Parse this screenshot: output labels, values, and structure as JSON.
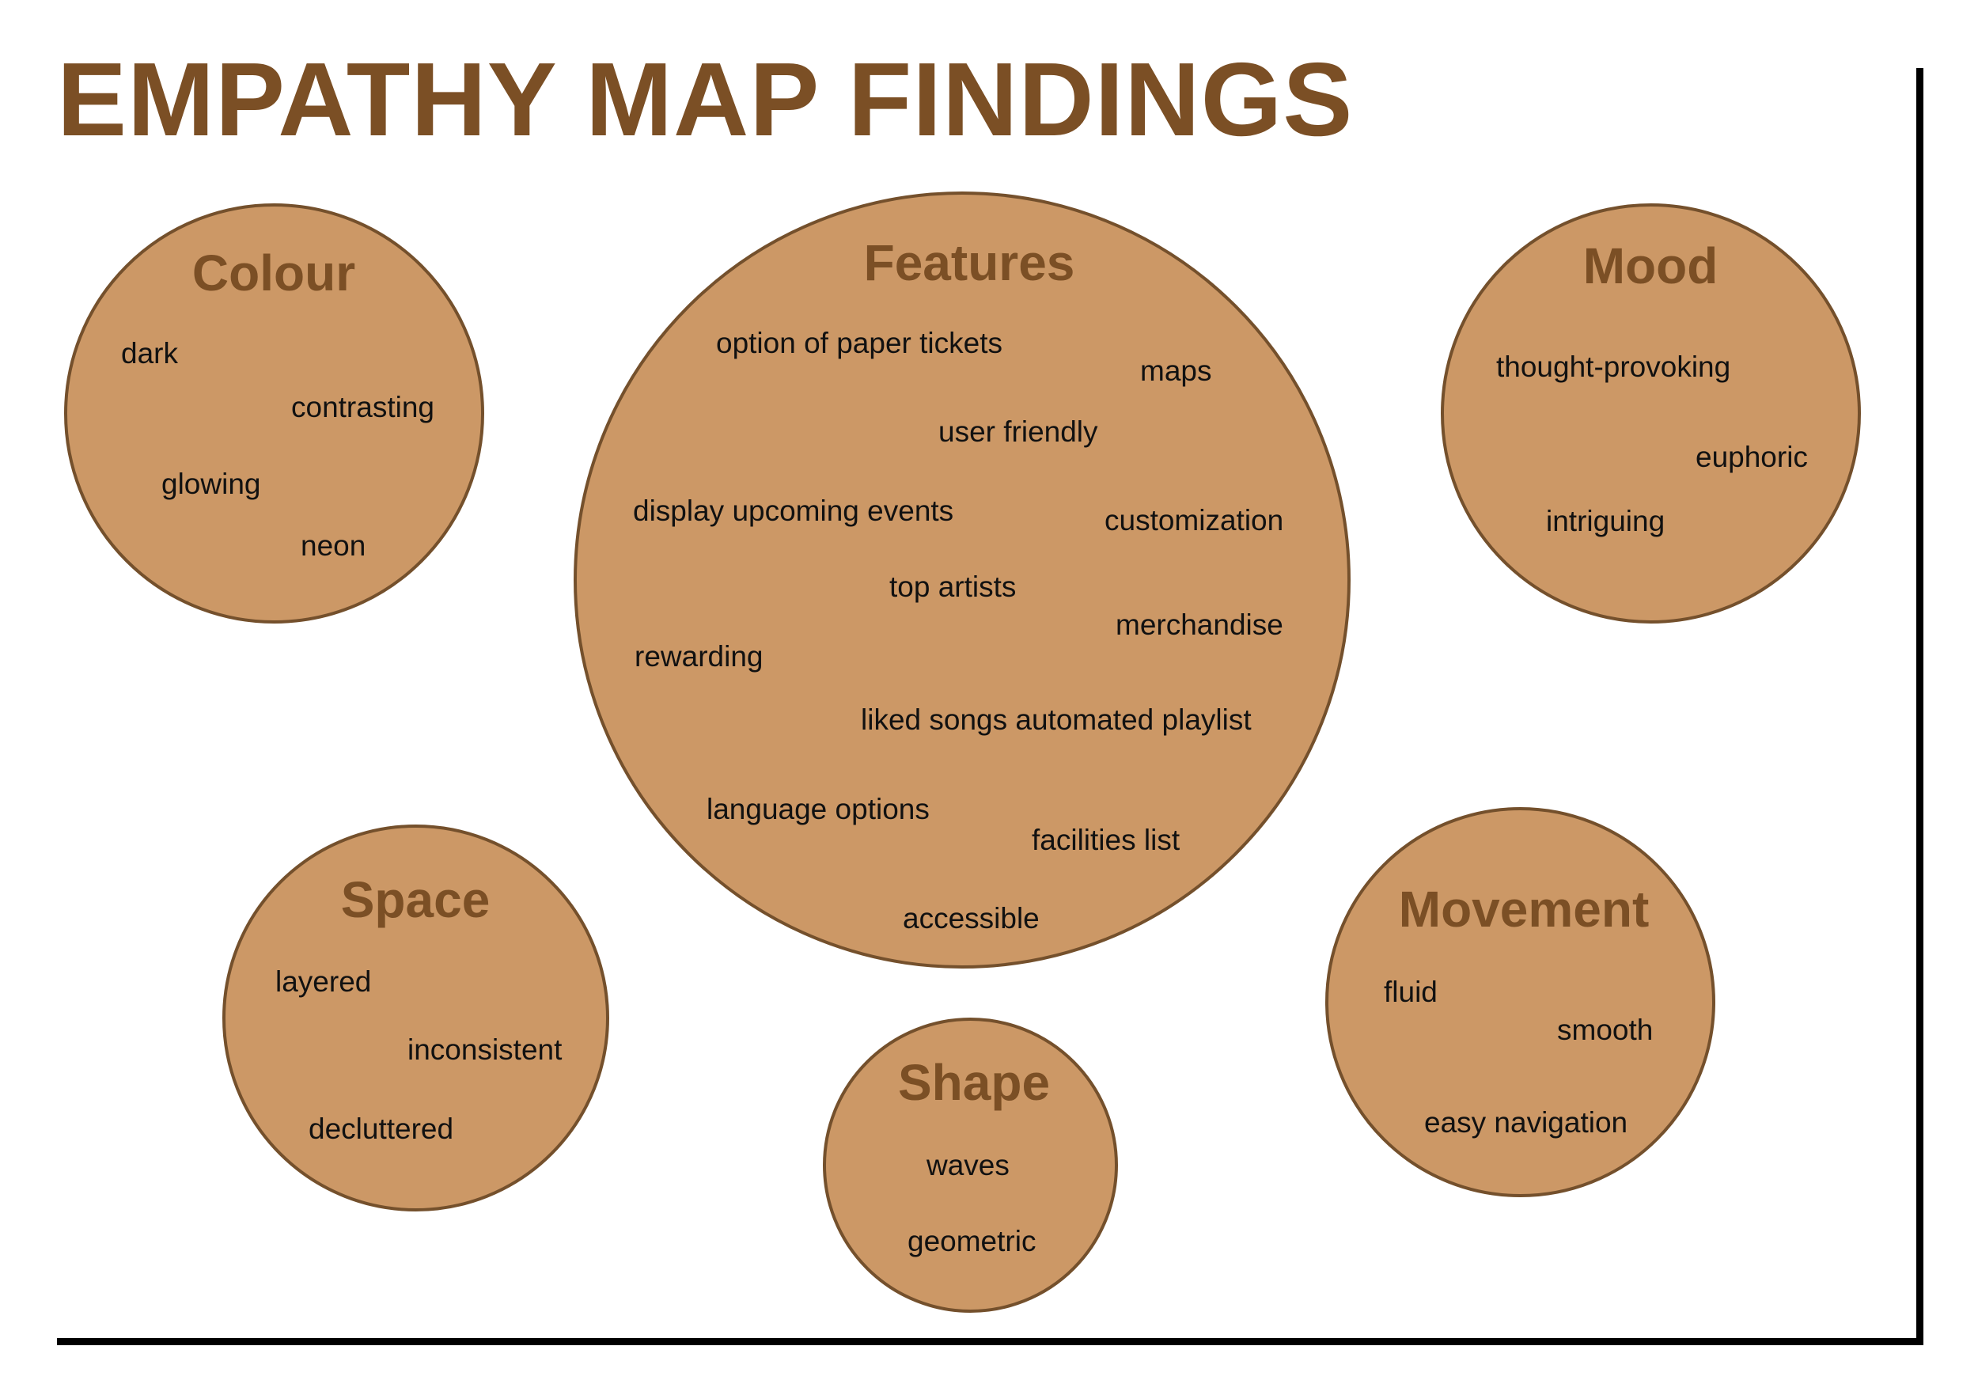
{
  "title": "EMPATHY MAP FINDINGS",
  "colors": {
    "title": "#7b4f25",
    "bubble_fill": "#cc9866",
    "bubble_border": "#74502c",
    "text": "#111111"
  },
  "groups": {
    "colour": {
      "heading": "Colour",
      "items": [
        "dark",
        "contrasting",
        "glowing",
        "neon"
      ]
    },
    "features": {
      "heading": "Features",
      "items": [
        "option of paper tickets",
        "maps",
        "user friendly",
        "display upcoming events",
        "customization",
        "top artists",
        "merchandise",
        "rewarding",
        "liked songs automated playlist",
        "language options",
        "facilities list",
        "accessible"
      ]
    },
    "mood": {
      "heading": "Mood",
      "items": [
        "thought-provoking",
        "euphoric",
        "intriguing"
      ]
    },
    "space": {
      "heading": "Space",
      "items": [
        "layered",
        "inconsistent",
        "decluttered"
      ]
    },
    "shape": {
      "heading": "Shape",
      "items": [
        "waves",
        "geometric"
      ]
    },
    "movement": {
      "heading": "Movement",
      "items": [
        "fluid",
        "smooth",
        "easy navigation"
      ]
    }
  }
}
